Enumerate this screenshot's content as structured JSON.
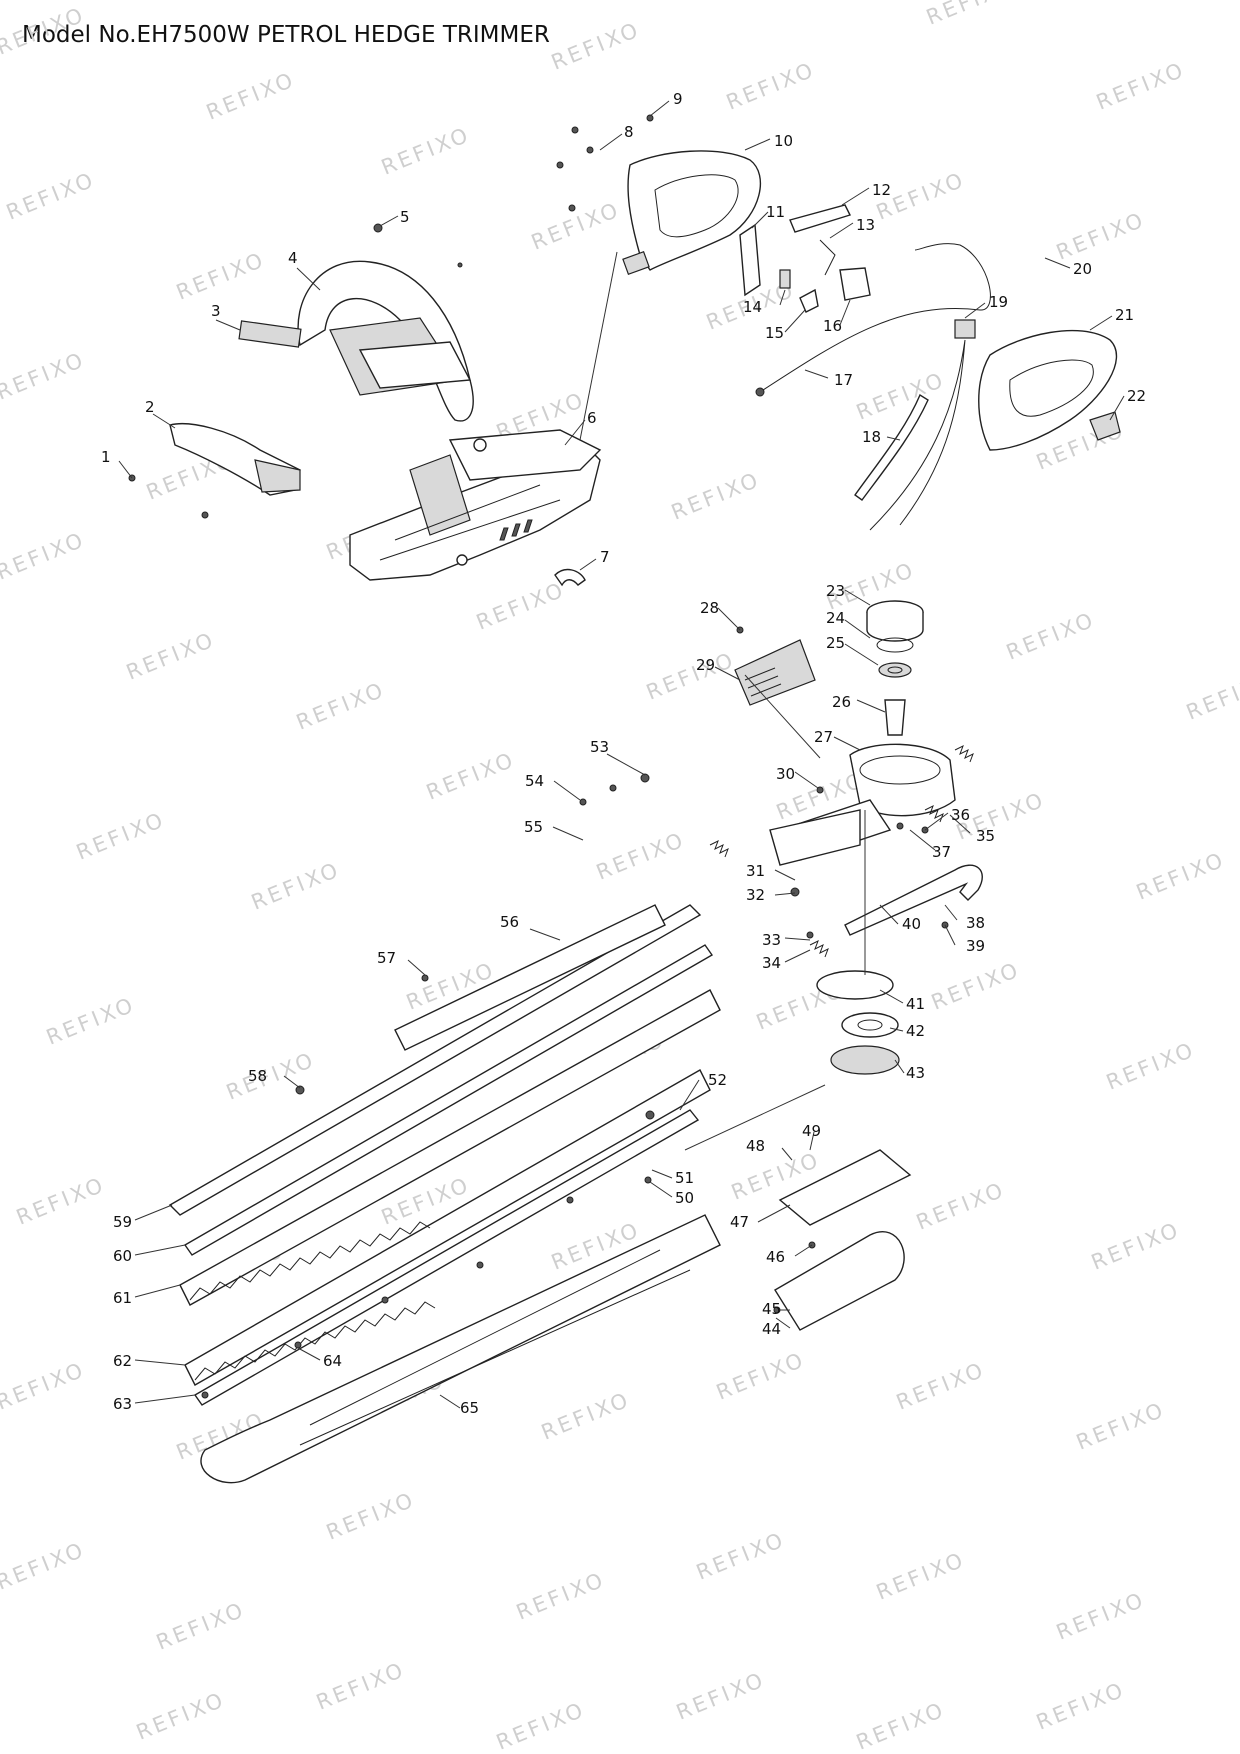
{
  "title": "Model No.EH7500W PETROL HEDGE TRIMMER",
  "watermark": "REFIXO",
  "parts": [
    "1",
    "2",
    "3",
    "4",
    "5",
    "6",
    "7",
    "8",
    "9",
    "10",
    "11",
    "12",
    "13",
    "14",
    "15",
    "16",
    "17",
    "18",
    "19",
    "20",
    "21",
    "22",
    "23",
    "24",
    "25",
    "26",
    "27",
    "28",
    "29",
    "30",
    "31",
    "32",
    "33",
    "34",
    "35",
    "36",
    "37",
    "38",
    "39",
    "40",
    "41",
    "42",
    "43",
    "44",
    "45",
    "46",
    "47",
    "48",
    "49",
    "50",
    "51",
    "52",
    "53",
    "54",
    "55",
    "56",
    "57",
    "58",
    "59",
    "60",
    "61",
    "62",
    "63",
    "64",
    "65"
  ]
}
